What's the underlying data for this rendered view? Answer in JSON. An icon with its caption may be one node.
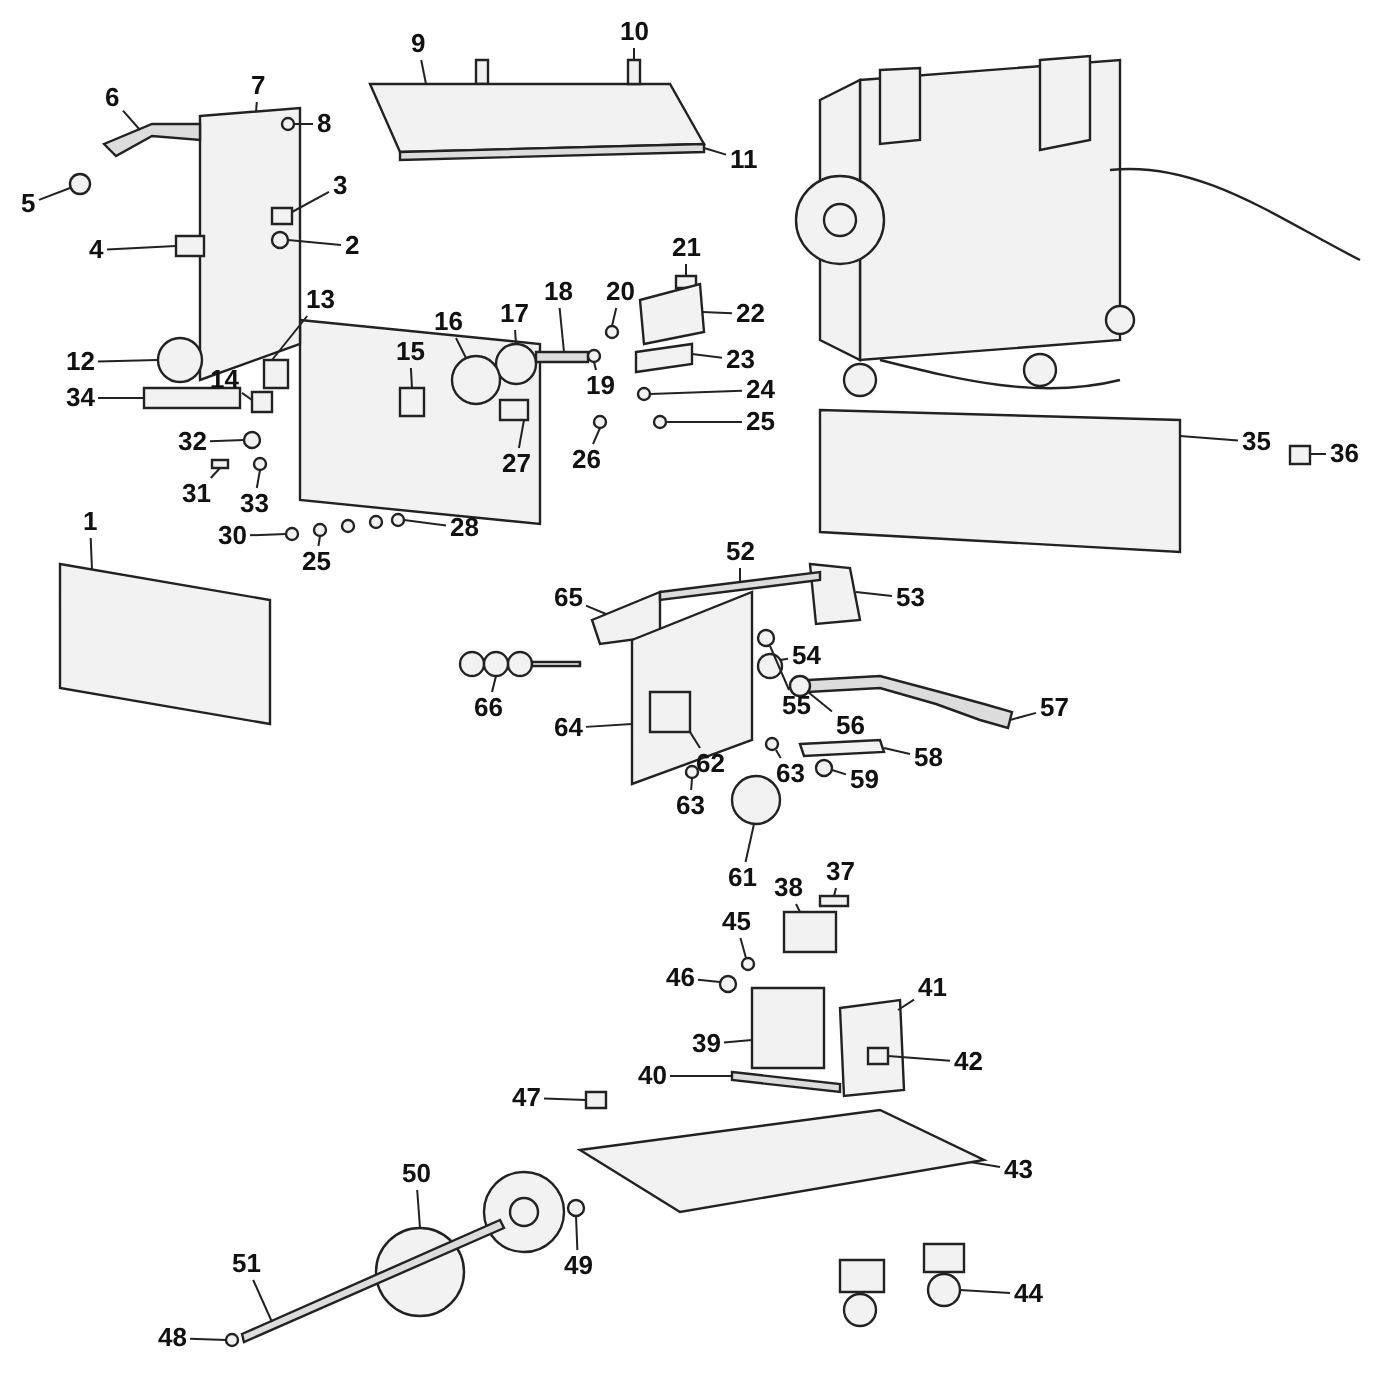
{
  "diagram": {
    "nodes": [
      {
        "text": [
          "9"
        ]
      },
      {
        "text": [
          "10"
        ]
      },
      {
        "text": [
          "7"
        ]
      },
      {
        "text": [
          "6"
        ]
      },
      {
        "text": [
          "8"
        ]
      },
      {
        "text": [
          "11"
        ]
      },
      {
        "text": [
          "3"
        ]
      },
      {
        "text": [
          "5"
        ]
      },
      {
        "text": [
          "2"
        ]
      },
      {
        "text": [
          "21"
        ]
      },
      {
        "text": [
          "4"
        ]
      },
      {
        "text": [
          "18"
        ]
      },
      {
        "text": [
          "20"
        ]
      },
      {
        "text": [
          "17"
        ]
      },
      {
        "text": [
          "22"
        ]
      },
      {
        "text": [
          "16"
        ]
      },
      {
        "text": [
          "13"
        ]
      },
      {
        "text": [
          "15"
        ]
      },
      {
        "text": [
          "12"
        ]
      },
      {
        "text": [
          "23"
        ]
      },
      {
        "text": [
          "19"
        ]
      },
      {
        "text": [
          "14"
        ]
      },
      {
        "text": [
          "24"
        ]
      },
      {
        "text": [
          "34"
        ]
      },
      {
        "text": [
          "25"
        ]
      },
      {
        "text": [
          "32"
        ]
      },
      {
        "text": [
          "35"
        ]
      },
      {
        "text": [
          "36"
        ]
      },
      {
        "text": [
          "26"
        ]
      },
      {
        "text": [
          "27"
        ]
      },
      {
        "text": [
          "31"
        ]
      },
      {
        "text": [
          "33"
        ]
      },
      {
        "text": [
          "1"
        ]
      },
      {
        "text": [
          "28"
        ]
      },
      {
        "text": [
          "30"
        ]
      },
      {
        "text": [
          "25"
        ]
      },
      {
        "text": [
          "65"
        ]
      },
      {
        "text": [
          "53"
        ]
      },
      {
        "text": [
          "52"
        ]
      },
      {
        "text": [
          "54"
        ]
      },
      {
        "text": [
          "55"
        ]
      },
      {
        "text": [
          "66"
        ]
      },
      {
        "text": [
          "57"
        ]
      },
      {
        "text": [
          "56"
        ]
      },
      {
        "text": [
          "64"
        ]
      },
      {
        "text": [
          "58"
        ]
      },
      {
        "text": [
          "62"
        ]
      },
      {
        "text": [
          "63"
        ]
      },
      {
        "text": [
          "59"
        ]
      },
      {
        "text": [
          "63"
        ]
      },
      {
        "text": [
          "61"
        ]
      },
      {
        "text": [
          "37"
        ]
      },
      {
        "text": [
          "38"
        ]
      },
      {
        "text": [
          "45"
        ]
      },
      {
        "text": [
          "46"
        ]
      },
      {
        "text": [
          "41"
        ]
      },
      {
        "text": [
          "39"
        ]
      },
      {
        "text": [
          "42"
        ]
      },
      {
        "text": [
          "40"
        ]
      },
      {
        "text": [
          "47"
        ]
      },
      {
        "text": [
          "43"
        ]
      },
      {
        "text": [
          "50"
        ]
      },
      {
        "text": [
          "51"
        ]
      },
      {
        "text": [
          "49"
        ]
      },
      {
        "text": [
          "44"
        ]
      },
      {
        "text": [
          "48"
        ]
      },
      {
        "text": [],
        "shape": "box"
      },
      {
        "text": [],
        "shape": "box"
      },
      {
        "text": [],
        "shape": "box"
      },
      {
        "text": [],
        "shape": "bar"
      },
      {
        "text": [],
        "shape": "circle",
        "in": 68
      },
      {
        "text": [],
        "shape": "bar"
      },
      {
        "text": [],
        "shape": "box",
        "in": 68
      },
      {
        "text": [],
        "shape": "circle"
      },
      {
        "text": [],
        "shape": "circle",
        "in": 68
      },
      {
        "text": [],
        "shape": "box"
      },
      {
        "text": [],
        "shape": "box"
      },
      {
        "text": [],
        "shape": "bar"
      },
      {
        "text": [],
        "shape": "circle"
      },
      {
        "text": [],
        "shape": "circle"
      },
      {
        "text": [],
        "shape": "box"
      },
      {
        "text": [],
        "shape": "circle"
      },
      {
        "text": [],
        "shape": "box"
      },
      {
        "text": [],
        "shape": "box"
      },
      {
        "text": [],
        "shape": "circle"
      },
      {
        "text": [],
        "shape": "box"
      },
      {
        "text": [],
        "shape": "circle"
      },
      {
        "text": [],
        "shape": "box"
      },
      {
        "text": [],
        "shape": "circle"
      },
      {
        "text": [],
        "shape": "box"
      },
      {
        "text": [],
        "shape": "circle"
      },
      {
        "text": [],
        "shape": "circle"
      },
      {
        "text": [],
        "shape": "box"
      },
      {
        "text": [],
        "shape": "box"
      },
      {
        "text": [],
        "shape": "circle"
      },
      {
        "text": [],
        "shape": "box"
      },
      {
        "text": [],
        "shape": "box"
      },
      {
        "text": [],
        "shape": "circle"
      },
      {
        "text": [],
        "shape": "box"
      },
      {
        "text": [],
        "shape": "circle"
      },
      {
        "text": [],
        "shape": "circle"
      },
      {
        "text": [],
        "shape": "circle"
      },
      {
        "text": [],
        "shape": "box"
      },
      {
        "text": [],
        "shape": "box"
      },
      {
        "text": [],
        "shape": "bar"
      },
      {
        "text": [],
        "shape": "circle"
      },
      {
        "text": [],
        "shape": "circle"
      },
      {
        "text": [],
        "shape": "circle"
      },
      {
        "text": [],
        "shape": "bar"
      },
      {
        "text": [],
        "shape": "circle"
      },
      {
        "text": [],
        "shape": "box"
      },
      {
        "text": [],
        "shape": "box"
      },
      {
        "text": [],
        "shape": "box",
        "in": 110
      },
      {
        "text": [],
        "shape": "circle"
      },
      {
        "text": [],
        "shape": "circle"
      },
      {
        "text": [],
        "shape": "circle"
      },
      {
        "text": [],
        "shape": "circle"
      },
      {
        "text": [],
        "shape": "box"
      },
      {
        "text": [],
        "shape": "box"
      },
      {
        "text": [],
        "shape": "circle"
      },
      {
        "text": [],
        "shape": "circle"
      },
      {
        "text": [],
        "shape": "box"
      },
      {
        "text": [],
        "shape": "box"
      },
      {
        "text": [],
        "shape": "box",
        "in": 121
      },
      {
        "text": [],
        "shape": "bar"
      },
      {
        "text": [],
        "shape": "box"
      },
      {
        "text": [],
        "shape": "box"
      },
      {
        "text": [],
        "shape": "circle"
      },
      {
        "text": [],
        "shape": "bar"
      },
      {
        "text": [],
        "shape": "circle"
      },
      {
        "text": [],
        "shape": "circle"
      },
      {
        "text": [],
        "shape": "circle"
      }
    ],
    "edges": [
      {
        "from": 0,
        "to": 66,
        "arrow": "none"
      },
      {
        "from": 1,
        "to": 67,
        "arrow": "none"
      },
      {
        "from": 2,
        "to": 68,
        "arrow": "none"
      },
      {
        "from": 3,
        "to": 69,
        "arrow": "none"
      },
      {
        "from": 4,
        "to": 70,
        "arrow": "none"
      },
      {
        "from": 5,
        "to": 71,
        "arrow": "none"
      },
      {
        "from": 6,
        "to": 72,
        "arrow": "none"
      },
      {
        "from": 7,
        "to": 73,
        "arrow": "none"
      },
      {
        "from": 8,
        "to": 74,
        "arrow": "none"
      },
      {
        "from": 9,
        "to": 75,
        "arrow": "none"
      },
      {
        "from": 10,
        "to": 76,
        "arrow": "none"
      },
      {
        "from": 11,
        "to": 77,
        "arrow": "none"
      },
      {
        "from": 12,
        "to": 78,
        "arrow": "none"
      },
      {
        "from": 13,
        "to": 79,
        "arrow": "none"
      },
      {
        "from": 14,
        "to": 80,
        "arrow": "none"
      },
      {
        "from": 15,
        "to": 81,
        "arrow": "none"
      },
      {
        "from": 16,
        "to": 82,
        "arrow": "none"
      },
      {
        "from": 17,
        "to": 83,
        "arrow": "none"
      },
      {
        "from": 18,
        "to": 84,
        "arrow": "none"
      },
      {
        "from": 19,
        "to": 85,
        "arrow": "none"
      },
      {
        "from": 20,
        "to": 86,
        "arrow": "none"
      },
      {
        "from": 21,
        "to": 87,
        "arrow": "none"
      },
      {
        "from": 22,
        "to": 88,
        "arrow": "none"
      },
      {
        "from": 23,
        "to": 89,
        "arrow": "none"
      },
      {
        "from": 24,
        "to": 90,
        "arrow": "none"
      },
      {
        "from": 25,
        "to": 91,
        "arrow": "none"
      },
      {
        "from": 26,
        "to": 92,
        "arrow": "none"
      },
      {
        "from": 27,
        "to": 93,
        "arrow": "none"
      },
      {
        "from": 28,
        "to": 94,
        "arrow": "none"
      },
      {
        "from": 29,
        "to": 95,
        "arrow": "none"
      },
      {
        "from": 30,
        "to": 96,
        "arrow": "none"
      },
      {
        "from": 31,
        "to": 97,
        "arrow": "none"
      },
      {
        "from": 32,
        "to": 98,
        "arrow": "none"
      },
      {
        "from": 33,
        "to": 99,
        "arrow": "none"
      },
      {
        "from": 34,
        "to": 100,
        "arrow": "none"
      },
      {
        "from": 35,
        "to": 101,
        "arrow": "none"
      },
      {
        "from": 36,
        "to": 102,
        "arrow": "none"
      },
      {
        "from": 37,
        "to": 103,
        "arrow": "none"
      },
      {
        "from": 38,
        "to": 104,
        "arrow": "none"
      },
      {
        "from": 39,
        "to": 105,
        "arrow": "none"
      },
      {
        "from": 40,
        "to": 106,
        "arrow": "none"
      },
      {
        "from": 41,
        "to": 107,
        "arrow": "none"
      },
      {
        "from": 42,
        "to": 108,
        "arrow": "none"
      },
      {
        "from": 43,
        "to": 109,
        "arrow": "none"
      },
      {
        "from": 44,
        "to": 110,
        "arrow": "none"
      },
      {
        "from": 45,
        "to": 111,
        "arrow": "none"
      },
      {
        "from": 46,
        "to": 112,
        "arrow": "none"
      },
      {
        "from": 47,
        "to": 113,
        "arrow": "none"
      },
      {
        "from": 48,
        "to": 114,
        "arrow": "none"
      },
      {
        "from": 49,
        "to": 115,
        "arrow": "none"
      },
      {
        "from": 50,
        "to": 116,
        "arrow": "none"
      },
      {
        "from": 51,
        "to": 117,
        "arrow": "none"
      },
      {
        "from": 52,
        "to": 118,
        "arrow": "none"
      },
      {
        "from": 53,
        "to": 119,
        "arrow": "none"
      },
      {
        "from": 54,
        "to": 120,
        "arrow": "none"
      },
      {
        "from": 55,
        "to": 121,
        "arrow": "none"
      },
      {
        "from": 56,
        "to": 122,
        "arrow": "none"
      },
      {
        "from": 57,
        "to": 123,
        "arrow": "none"
      },
      {
        "from": 58,
        "to": 124,
        "arrow": "none"
      },
      {
        "from": 59,
        "to": 125,
        "arrow": "none"
      },
      {
        "from": 60,
        "to": 126,
        "arrow": "none"
      },
      {
        "from": 61,
        "to": 127,
        "arrow": "none"
      },
      {
        "from": 62,
        "to": 128,
        "arrow": "none"
      },
      {
        "from": 63,
        "to": 129,
        "arrow": "none"
      },
      {
        "from": 64,
        "to": 130,
        "arrow": "none"
      },
      {
        "from": 65,
        "to": 131,
        "arrow": "none"
      }
    ]
  }
}
